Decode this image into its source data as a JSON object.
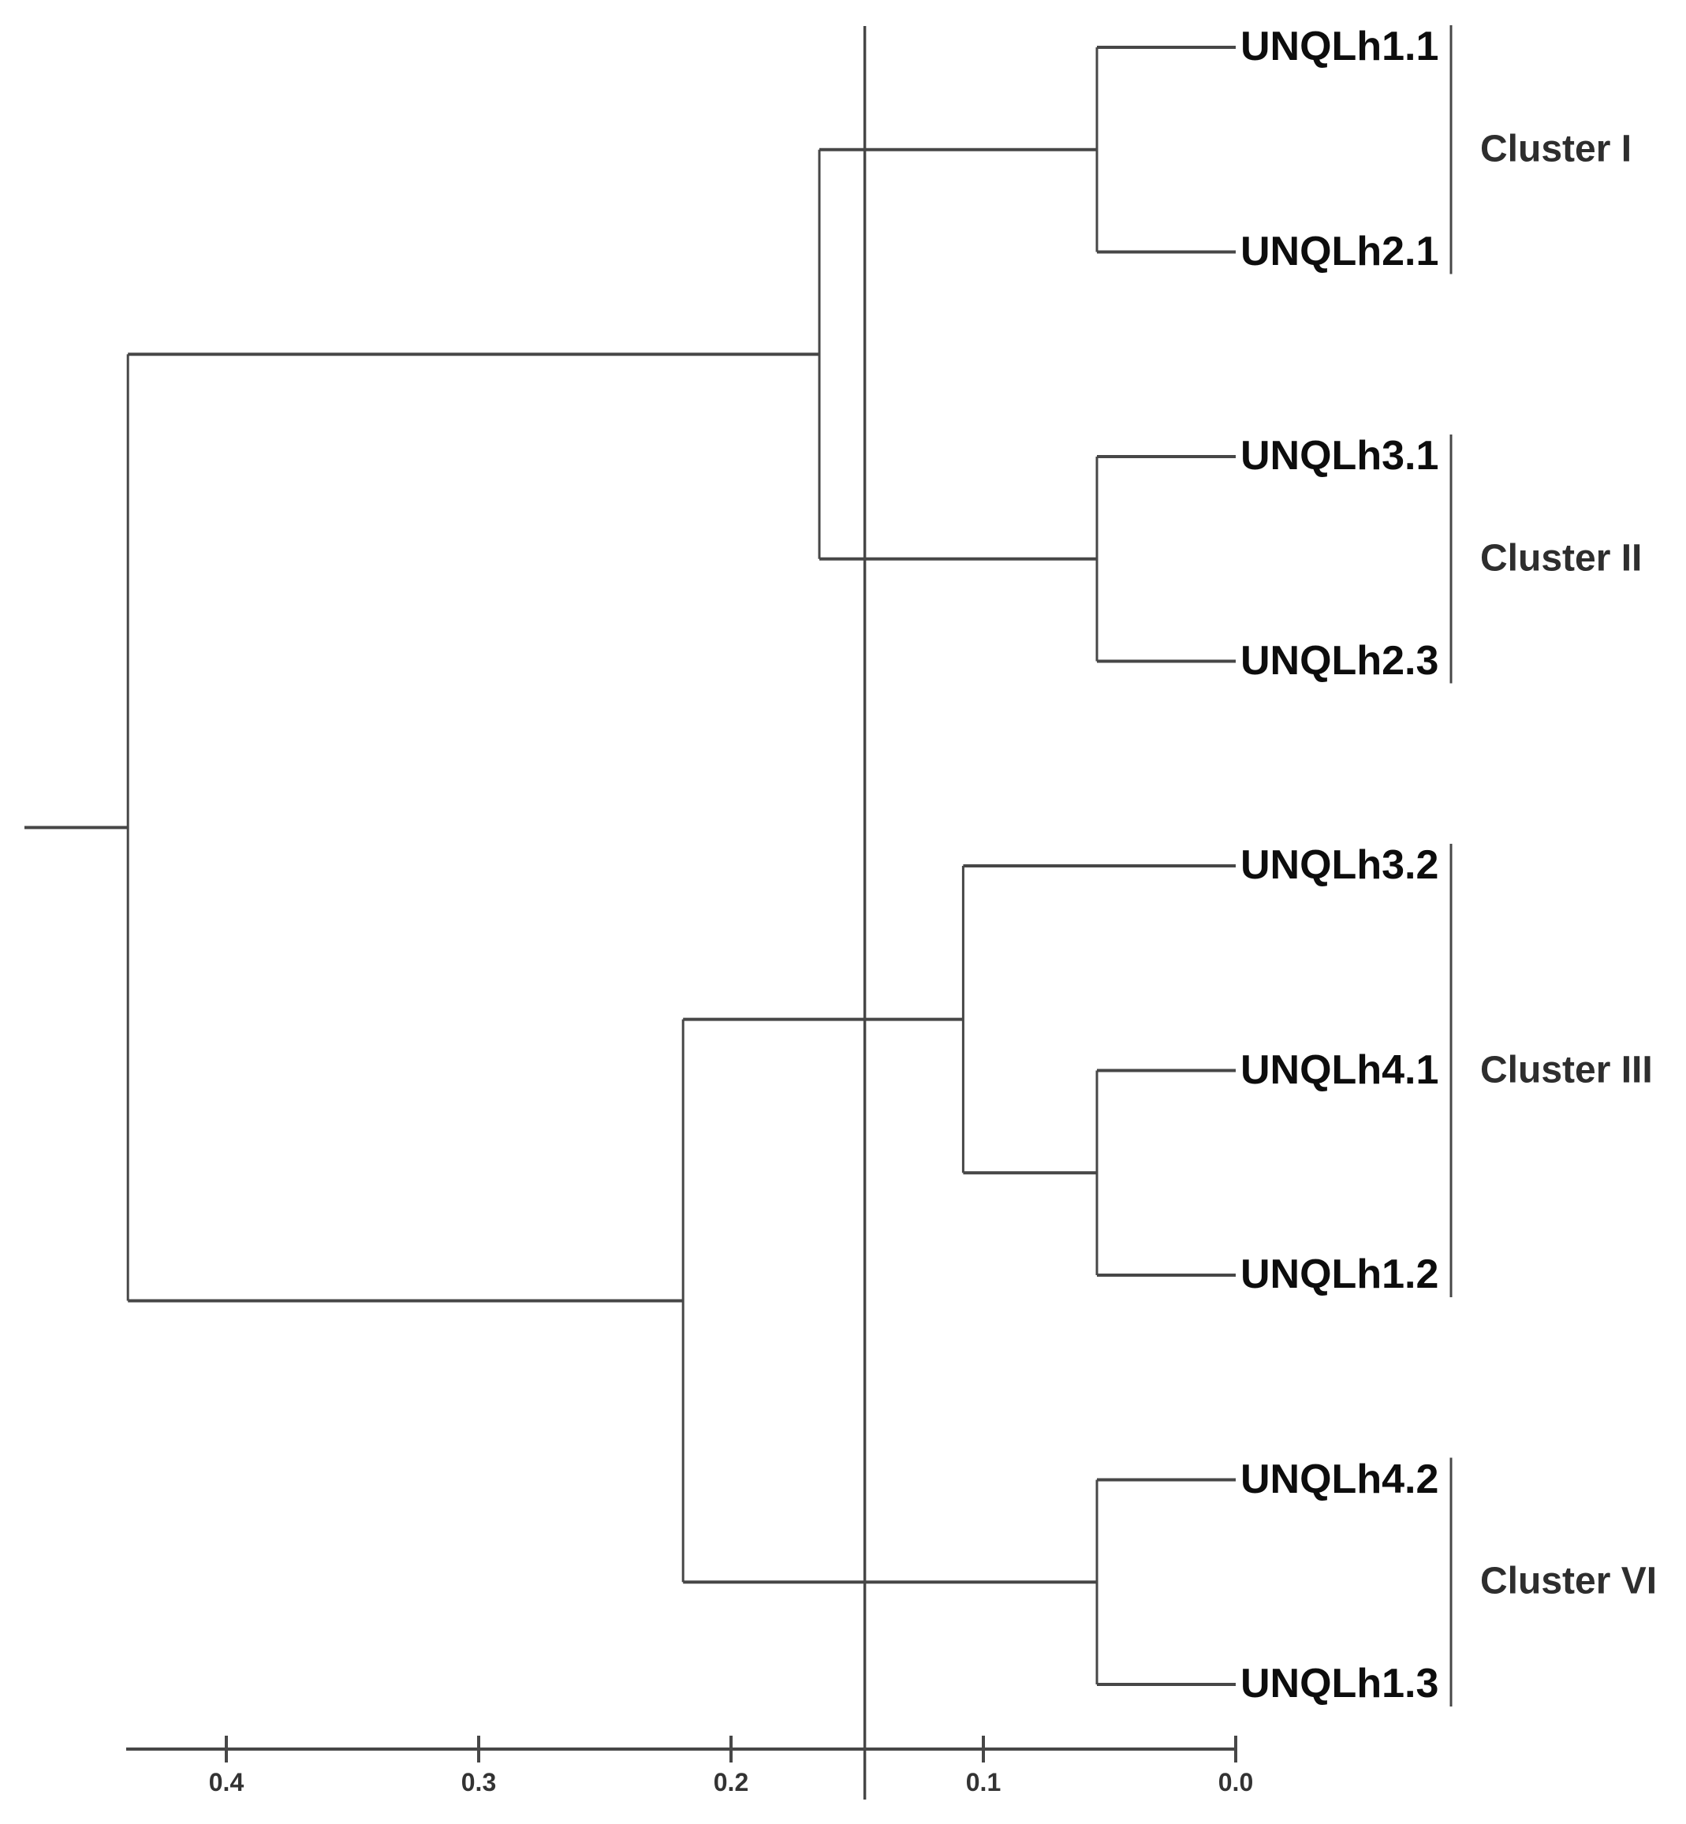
{
  "chart_data": {
    "type": "dendrogram",
    "title": "",
    "orientation": "horizontal, leaves on the right at distance 0.0, root on the left",
    "leaves": [
      "UNQLh1.1",
      "UNQLh2.1",
      "UNQLh3.1",
      "UNQLh2.3",
      "UNQLh3.2",
      "UNQLh4.1",
      "UNQLh1.2",
      "UNQLh4.2",
      "UNQLh1.3"
    ],
    "merges": [
      {
        "id": "node_I",
        "children": [
          "UNQLh1.1",
          "UNQLh2.1"
        ],
        "height": 0.055
      },
      {
        "id": "node_II",
        "children": [
          "UNQLh3.1",
          "UNQLh2.3"
        ],
        "height": 0.055
      },
      {
        "id": "node_III_in",
        "children": [
          "UNQLh4.1",
          "UNQLh1.2"
        ],
        "height": 0.055
      },
      {
        "id": "node_III",
        "children": [
          "UNQLh3.2",
          "node_III_in"
        ],
        "height": 0.108
      },
      {
        "id": "node_VI",
        "children": [
          "UNQLh4.2",
          "UNQLh1.3"
        ],
        "height": 0.055
      },
      {
        "id": "node_I_II",
        "children": [
          "node_I",
          "node_II"
        ],
        "height": 0.165
      },
      {
        "id": "node_III_VI",
        "children": [
          "node_III",
          "node_VI"
        ],
        "height": 0.219
      },
      {
        "id": "root",
        "children": [
          "node_I_II",
          "node_III_VI"
        ],
        "height": 0.439
      }
    ],
    "root_edge_extends_to": 0.48,
    "cutoff_line_value": 0.147,
    "clusters": [
      {
        "label": "Cluster I",
        "leaves": [
          "UNQLh1.1",
          "UNQLh2.1"
        ]
      },
      {
        "label": "Cluster II",
        "leaves": [
          "UNQLh3.1",
          "UNQLh2.3"
        ]
      },
      {
        "label": "Cluster III",
        "leaves": [
          "UNQLh3.2",
          "UNQLh4.1",
          "UNQLh1.2"
        ]
      },
      {
        "label": "Cluster VI",
        "leaves": [
          "UNQLh4.2",
          "UNQLh1.3"
        ]
      }
    ],
    "axis": {
      "position": "bottom",
      "ticks": [
        0.4,
        0.3,
        0.2,
        0.1,
        0.0
      ],
      "tick_labels": [
        "0.4",
        "0.3",
        "0.2",
        "0.1",
        "0.0"
      ],
      "range_drawn": [
        0.44,
        0.0
      ],
      "grid": false
    },
    "colors": {
      "line": "#474747",
      "leaf_text": "#0d0d0d",
      "cluster_text": "#2e2e2e",
      "tick_text": "#333333",
      "background": "#ffffff"
    }
  }
}
